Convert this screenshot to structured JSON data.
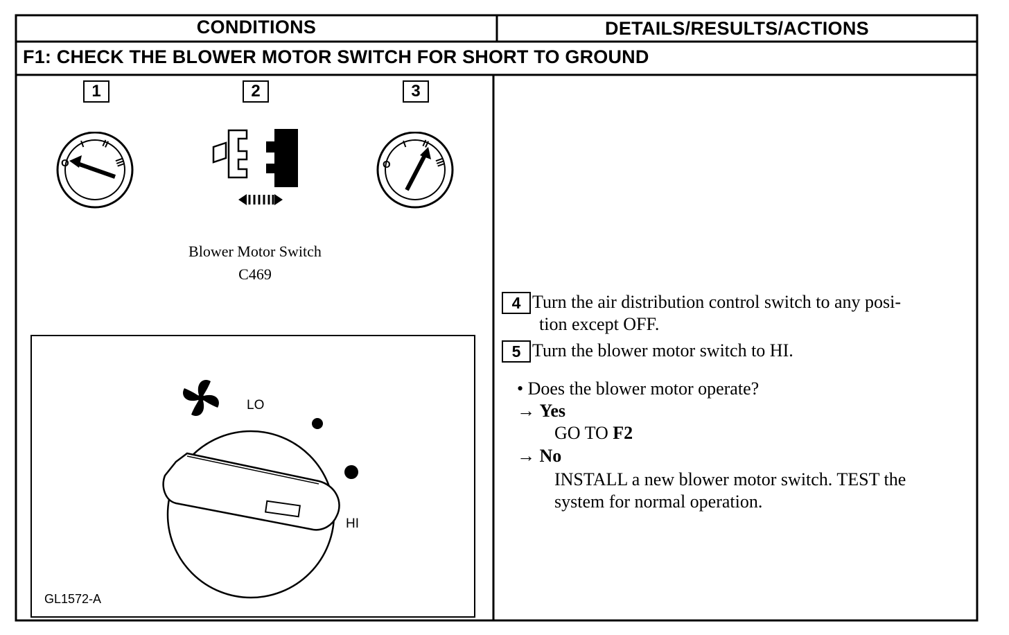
{
  "table": {
    "col_conditions": "CONDITIONS",
    "col_details": "DETAILS/RESULTS/ACTIONS",
    "test_title": "F1: CHECK THE BLOWER MOTOR SWITCH FOR SHORT TO GROUND"
  },
  "figures": {
    "step_labels": [
      "1",
      "2",
      "3"
    ],
    "connector_caption_line1": "Blower Motor Switch",
    "connector_caption_line2": "C469",
    "dial1_marks": [
      "O",
      "I",
      "II",
      "III"
    ],
    "dial3_marks": [
      "O",
      "I",
      "II",
      "III"
    ],
    "knob_lo_label": "LO",
    "knob_hi_label": "HI",
    "illustration_code": "GL1572-A"
  },
  "actions": {
    "step4_num": "4",
    "step4_text_line1": "Turn the air distribution control switch to any posi-",
    "step4_text_line2": "tion except OFF.",
    "step5_num": "5",
    "step5_text": "Turn the blower motor switch to HI.",
    "question": "• Does the blower motor operate?",
    "yes_arrow": "→",
    "yes_label": "Yes",
    "yes_action_prefix": "GO TO ",
    "yes_action_target": "F2",
    "no_arrow": "→",
    "no_label": "No",
    "no_action_line1": "INSTALL a new blower motor switch. TEST the",
    "no_action_line2": "system for normal operation."
  }
}
